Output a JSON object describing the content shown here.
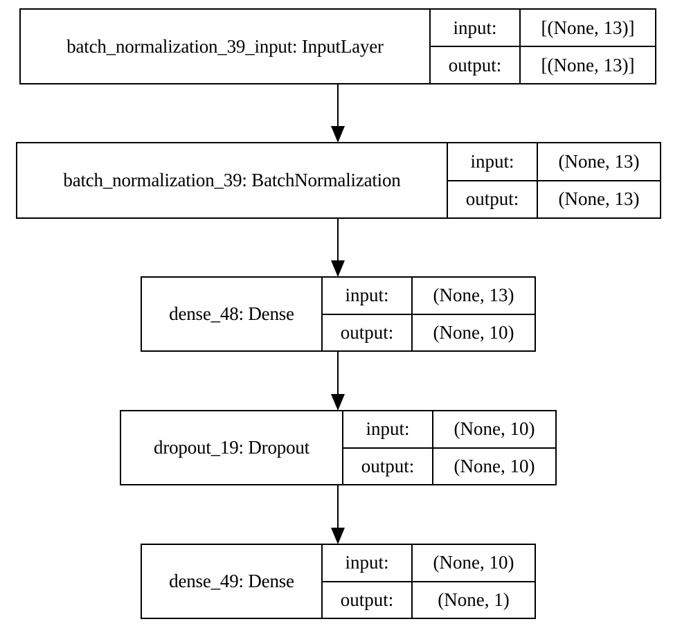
{
  "layers": [
    {
      "name": "batch_normalization_39_input: InputLayer",
      "input_label": "input:",
      "output_label": "output:",
      "input_shape": "[(None, 13)]",
      "output_shape": "[(None, 13)]"
    },
    {
      "name": "batch_normalization_39: BatchNormalization",
      "input_label": "input:",
      "output_label": "output:",
      "input_shape": "(None, 13)",
      "output_shape": "(None, 13)"
    },
    {
      "name": "dense_48: Dense",
      "input_label": "input:",
      "output_label": "output:",
      "input_shape": "(None, 13)",
      "output_shape": "(None, 10)"
    },
    {
      "name": "dropout_19: Dropout",
      "input_label": "input:",
      "output_label": "output:",
      "input_shape": "(None, 10)",
      "output_shape": "(None, 10)"
    },
    {
      "name": "dense_49: Dense",
      "input_label": "input:",
      "output_label": "output:",
      "input_shape": "(None, 10)",
      "output_shape": "(None, 1)"
    }
  ]
}
